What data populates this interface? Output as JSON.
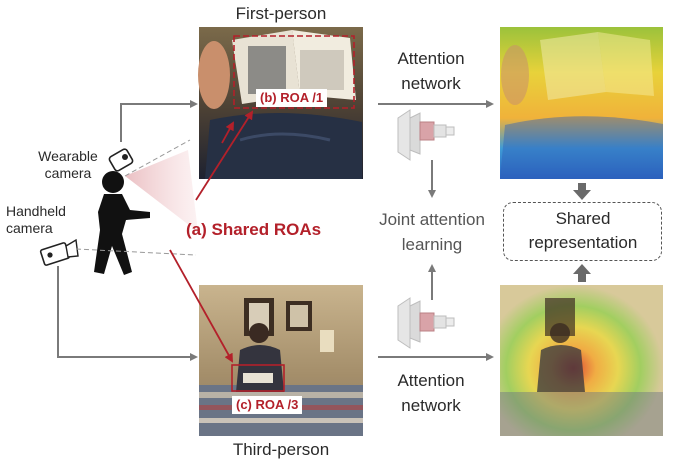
{
  "views": {
    "first_person": "First-person",
    "third_person": "Third-person"
  },
  "cameras": {
    "wearable": "Wearable\ncamera",
    "handheld": "Handheld\ncamera"
  },
  "roa": {
    "shared": "(a) Shared ROAs",
    "first": "(b) ROA /1",
    "third": "(c) ROA /3"
  },
  "modules": {
    "attention_top": "Attention\nnetwork",
    "attention_bottom": "Attention\nnetwork",
    "joint": "Joint attention\nlearning",
    "shared_rep": "Shared\nrepresentation"
  },
  "colors": {
    "accent_red": "#b3202a",
    "arrow_gray": "#7a7a7a",
    "text": "#2a2a2a"
  },
  "icons": [
    "person-with-camera-icon",
    "handheld-camera-icon",
    "network-stack-icon"
  ]
}
